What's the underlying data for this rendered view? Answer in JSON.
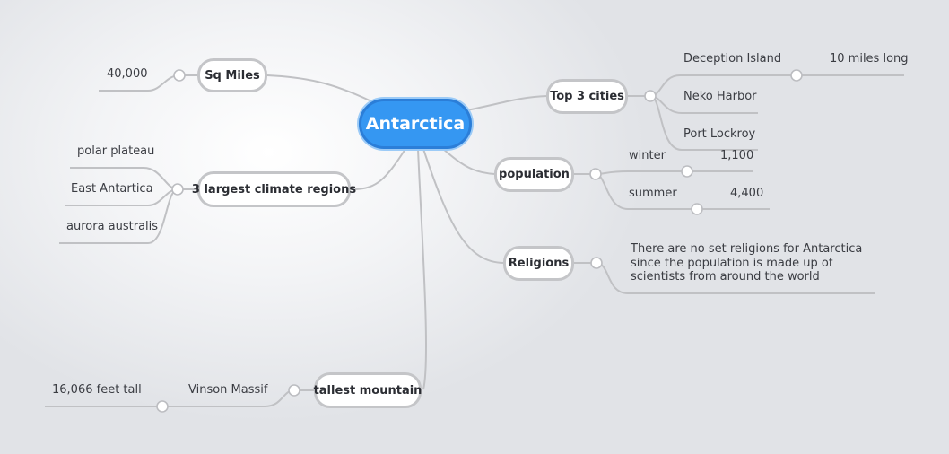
{
  "map": {
    "central": "Antarctica",
    "sq_miles": {
      "label": "Sq Miles",
      "value": "40,000"
    },
    "climate": {
      "label": "3 largest climate regions",
      "items": [
        "polar plateau",
        "East Antartica",
        "aurora australis"
      ]
    },
    "mountain": {
      "label": "tallest mountain",
      "name": "Vinson Massif",
      "height": "16,066 feet tall"
    },
    "cities": {
      "label": "Top 3 cities",
      "items": [
        "Deception Island",
        "Neko Harbor",
        "Port Lockroy"
      ],
      "deception_note": "10 miles long"
    },
    "population": {
      "label": "population",
      "winter_label": "winter",
      "winter_value": "1,100",
      "summer_label": "summer",
      "summer_value": "4,400"
    },
    "religions": {
      "label": "Religions",
      "note": "There are no set religions for Antarctica since the population is made up of scientists from around the world"
    }
  }
}
